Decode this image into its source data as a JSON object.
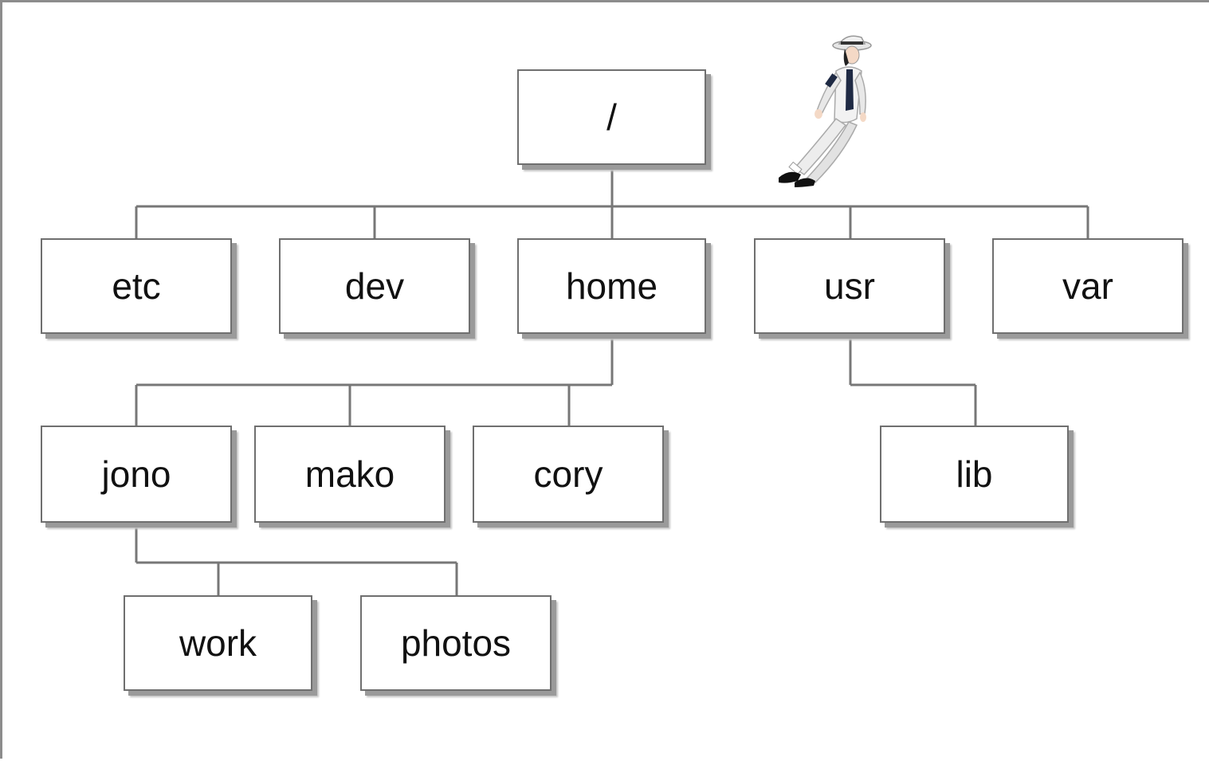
{
  "tree": {
    "root": "/",
    "top_level": [
      "etc",
      "dev",
      "home",
      "usr",
      "var"
    ],
    "home_children": [
      "jono",
      "mako",
      "cory"
    ],
    "usr_children": [
      "lib"
    ],
    "jono_children": [
      "work",
      "photos"
    ]
  },
  "colors": {
    "line": "#777777",
    "box_border": "#6f6f6f",
    "box_shadow": "#9a9a9a",
    "frame": "#8c8c8c"
  },
  "decoration": {
    "icon": "dancer-figure-icon"
  }
}
